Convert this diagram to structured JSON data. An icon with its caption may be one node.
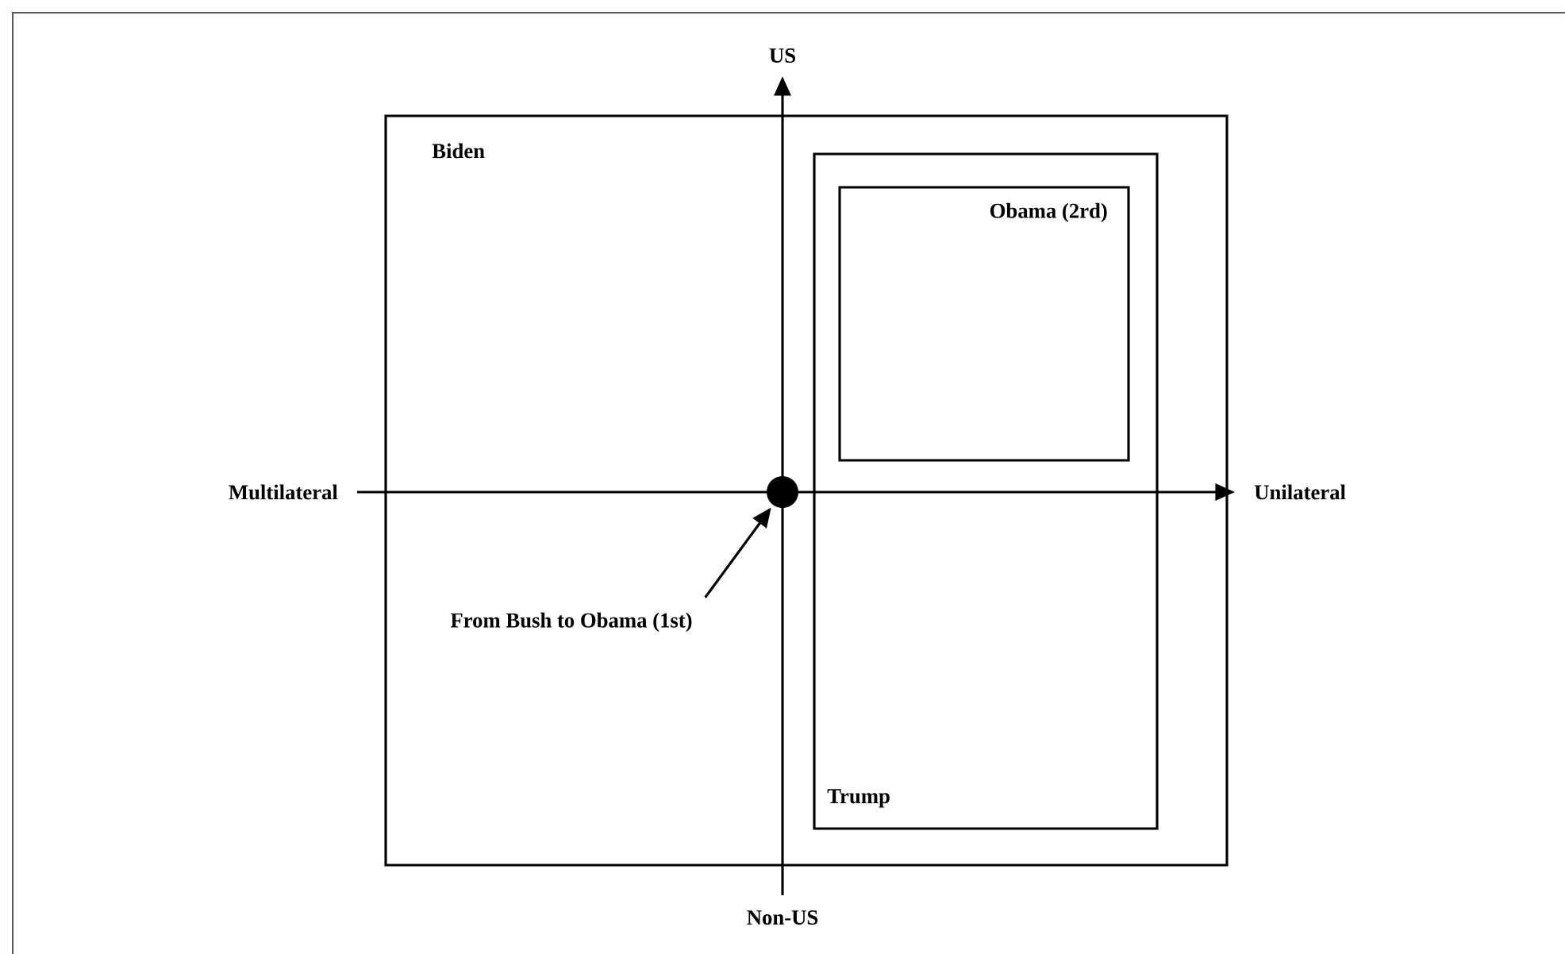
{
  "diagram": {
    "nodes": [
      {
        "text": [
          "Biden"
        ]
      },
      {
        "text": [
          "Trump"
        ],
        "in": 0
      },
      {
        "text": [
          "Obama (2rd)"
        ],
        "in": 1
      },
      {
        "text": [],
        "shape": "circle",
        "in": 0
      },
      {
        "text": [
          "From Bush to Obama (1st)"
        ],
        "in": 0
      }
    ],
    "edges": [
      {
        "from": 4,
        "to": 3,
        "arrow": "to"
      }
    ],
    "labels": [
      "US",
      "Multilateral",
      "Unilateral",
      "Non-US"
    ]
  }
}
